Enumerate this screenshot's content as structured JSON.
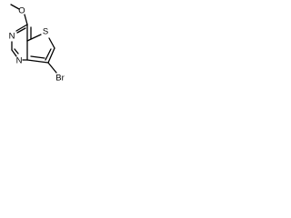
{
  "molecule": {
    "atoms": {
      "methyl_carbon": "",
      "methoxy_oxygen": "O",
      "ring_nitrogen_top": "N",
      "ring_nitrogen_bottom": "N",
      "thiophene_sulfur": "S",
      "bromine": "Br"
    }
  }
}
